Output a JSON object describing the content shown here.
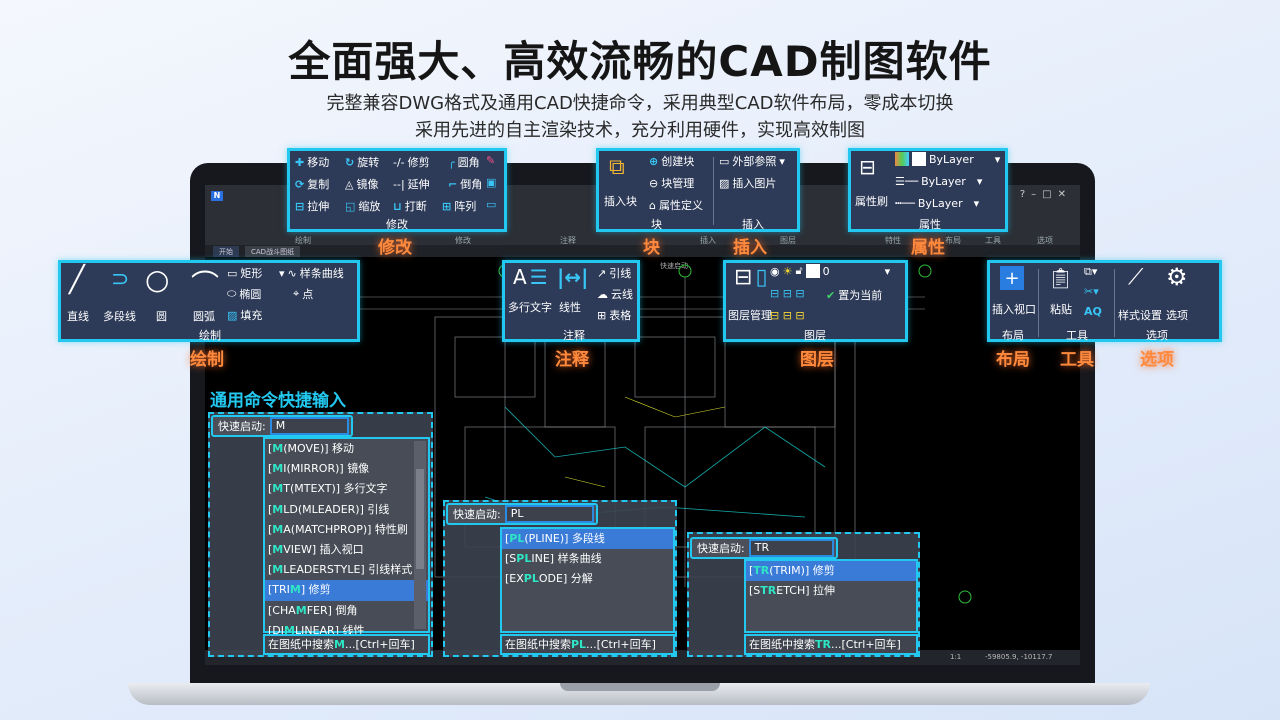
{
  "headline": {
    "title": "全面强大、高效流畅的CAD制图软件",
    "line1": "完整兼容DWG格式及通用CAD快捷命令，采用典型CAD软件布局，零成本切换",
    "line2": "采用先进的自主渲染技术，充分利用硬件，实现高效制图"
  },
  "app": {
    "tabs": [
      "开始",
      "CAD战斗图纸"
    ],
    "quick_launch": "快速启动",
    "ribbon_groups": [
      "绘制",
      "修改",
      "注释",
      "插入",
      "图层",
      "特性",
      "布局",
      "工具",
      "选项"
    ],
    "status": {
      "scale": "1:1",
      "coords": "-59805.9, -10117.7"
    }
  },
  "panels": {
    "modify": {
      "label": "修改",
      "callout": "修改",
      "items": [
        "移动",
        "旋转",
        "修剪",
        "圆角",
        "复制",
        "镜像",
        "延伸",
        "倒角",
        "拉伸",
        "缩放",
        "打断",
        "阵列"
      ]
    },
    "block": {
      "label": "块",
      "callout": "块",
      "main": "插入块",
      "items": [
        "创建块",
        "块管理",
        "属性定义"
      ]
    },
    "insert": {
      "label": "插入",
      "callout": "插入",
      "items": [
        "外部参照",
        "插入图片"
      ]
    },
    "property": {
      "label": "属性",
      "callout": "属性",
      "main": "属性刷",
      "color": "ByLayer",
      "linewidth": "ByLayer",
      "linetype": "ByLayer"
    },
    "draw": {
      "label": "绘制",
      "callout": "绘制",
      "items": [
        "直线",
        "多段线",
        "圆",
        "圆弧"
      ],
      "small": [
        "矩形",
        "椭圆",
        "填充",
        "样条曲线",
        "点"
      ]
    },
    "annotate": {
      "label": "注释",
      "callout": "注释",
      "items": [
        "多行文字",
        "线性"
      ],
      "small": [
        "引线",
        "云线",
        "表格"
      ]
    },
    "layer": {
      "label": "图层",
      "callout": "图层",
      "main": "图层管理",
      "current": "0",
      "set_current": "置为当前"
    },
    "layout": {
      "label": "布局",
      "callout": "布局",
      "main": "插入视口"
    },
    "tools": {
      "label": "工具",
      "callout": "工具",
      "main": "粘贴"
    },
    "options": {
      "label": "选项",
      "callout": "选项",
      "items": [
        "样式设置",
        "选项"
      ]
    }
  },
  "quick": {
    "heading": "通用命令快捷输入",
    "boxes": [
      {
        "label": "快速启动:",
        "value": "M",
        "selected": 7,
        "scrollbar": true,
        "items": [
          [
            "[",
            "M",
            "(MOVE)] 移动"
          ],
          [
            "[",
            "M",
            "I(MIRROR)] 镜像"
          ],
          [
            "[",
            "M",
            "T(MTEXT)] 多行文字"
          ],
          [
            "[",
            "M",
            "LD(MLEADER)] 引线"
          ],
          [
            "[",
            "M",
            "A(MATCHPROP)] 特性刷"
          ],
          [
            "[",
            "M",
            "VIEW] 插入视口"
          ],
          [
            "[",
            "M",
            "LEADERSTYLE] 引线样式"
          ],
          [
            "[TRI",
            "M",
            "] 修剪"
          ],
          [
            "[CHA",
            "M",
            "FER] 倒角"
          ],
          [
            "[DI",
            "M",
            "LINEAR] 线性"
          ]
        ],
        "footer": [
          "在图纸中搜索",
          "M",
          "...[Ctrl+回车]"
        ]
      },
      {
        "label": "快速启动:",
        "value": "PL",
        "selected": 0,
        "items": [
          [
            "[",
            "PL",
            "(PLINE)] 多段线"
          ],
          [
            "[S",
            "PL",
            "INE] 样条曲线"
          ],
          [
            "[EX",
            "PL",
            "ODE] 分解"
          ]
        ],
        "footer": [
          "在图纸中搜索",
          "PL",
          "...[Ctrl+回车]"
        ]
      },
      {
        "label": "快速启动:",
        "value": "TR",
        "selected": 0,
        "items": [
          [
            "[",
            "TR",
            "(TRIM)] 修剪"
          ],
          [
            "[S",
            "TR",
            "ETCH] 拉伸"
          ]
        ],
        "footer": [
          "在图纸中搜索",
          "TR",
          "...[Ctrl+回车]"
        ]
      }
    ]
  },
  "colors": {
    "accent": "#22c8ef",
    "callout": "#ff8a3d",
    "panel": "#2e3b58",
    "highlight": "#2ee6c6",
    "selected": "#3a7bd8"
  }
}
